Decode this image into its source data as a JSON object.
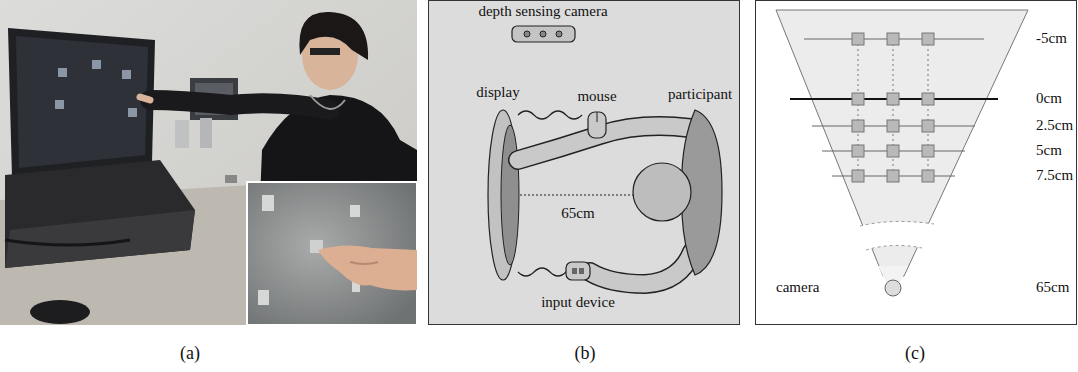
{
  "diagram": {
    "labels": [
      "(a)",
      "depth sensing camera",
      "display",
      "mouse",
      "participant",
      "65cm",
      "input device",
      "(b)",
      "-5cm",
      "0cm",
      "2.5cm",
      "5cm",
      "7.5cm",
      "camera",
      "65cm",
      "(c)"
    ]
  }
}
